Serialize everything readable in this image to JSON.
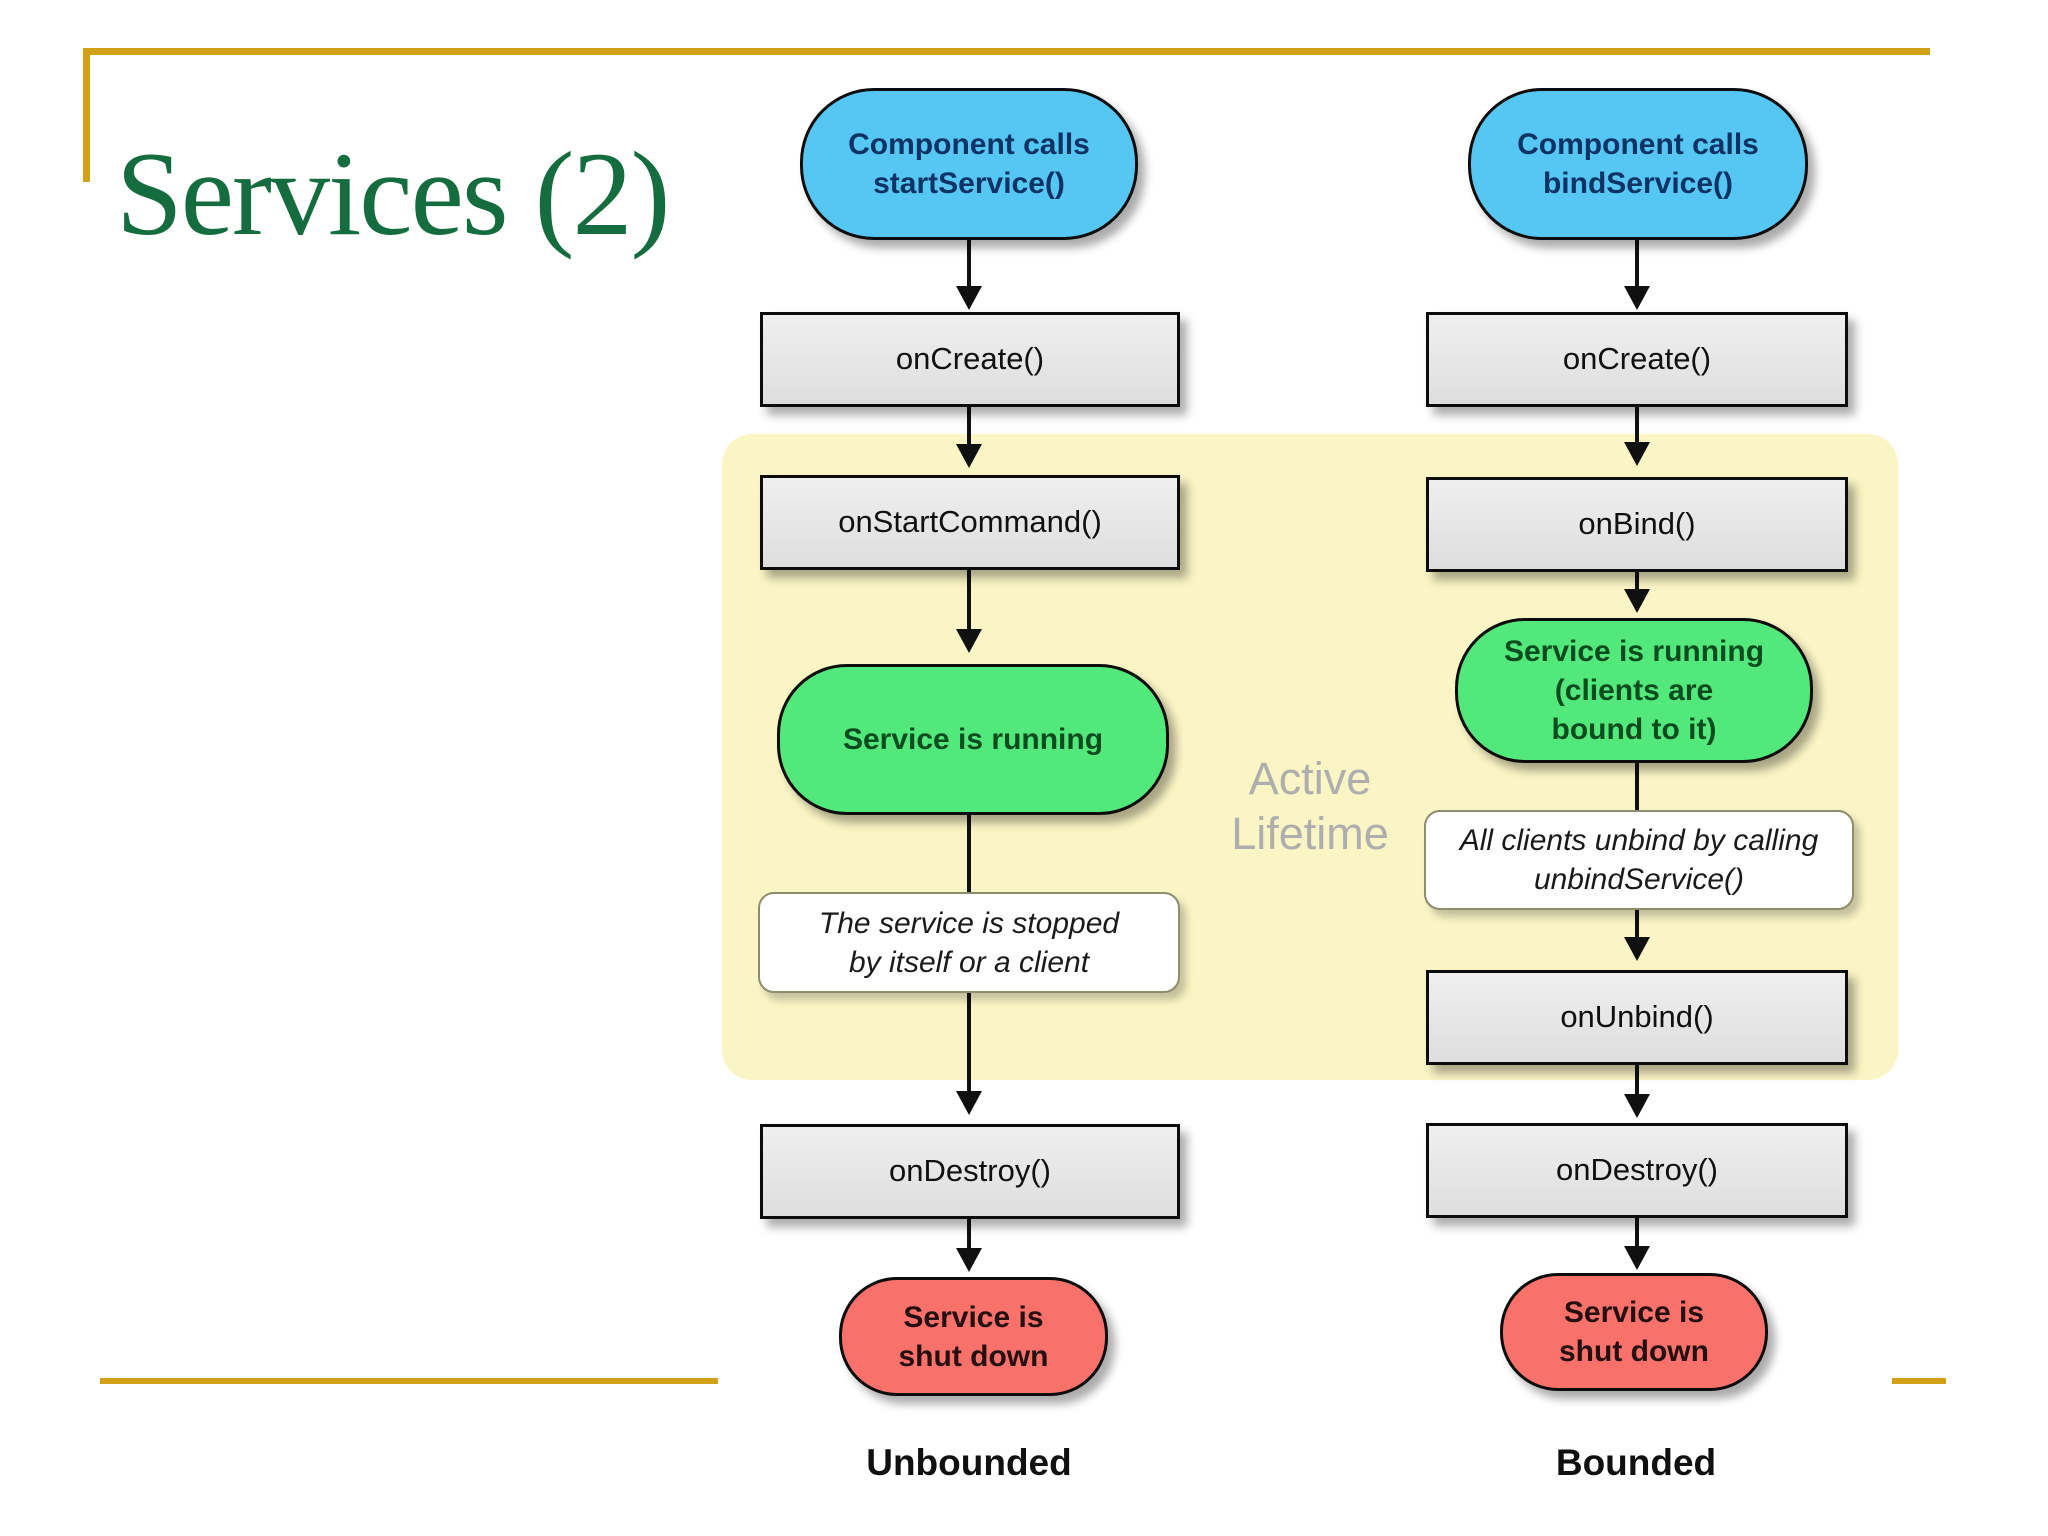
{
  "slide": {
    "title": "Services (2)"
  },
  "colors": {
    "title_green": "#156c3e",
    "accent_gold": "#d2a117",
    "pill_blue": "#55c7f2",
    "pill_green": "#53e87c",
    "pill_red": "#f8716b",
    "process_gray": "#e6e6e6",
    "active_region_yellow": "#faf5c5",
    "active_label_gray": "#aeaeae"
  },
  "diagram": {
    "active_lifetime_label": "Active\nLifetime",
    "left": {
      "start": "Component calls\nstartService()",
      "oncreate": "onCreate()",
      "onstartcommand": "onStartCommand()",
      "running": "Service is running",
      "note": "The service is stopped\nby itself or a client",
      "ondestroy": "onDestroy()",
      "shutdown": "Service is\nshut down",
      "caption": "Unbounded"
    },
    "right": {
      "start": "Component calls\nbindService()",
      "oncreate": "onCreate()",
      "onbind": "onBind()",
      "running": "Service is running\n(clients are\nbound to it)",
      "note": "All clients unbind by calling\nunbindService()",
      "onunbind": "onUnbind()",
      "ondestroy": "onDestroy()",
      "shutdown": "Service is\nshut down",
      "caption": "Bounded"
    }
  }
}
